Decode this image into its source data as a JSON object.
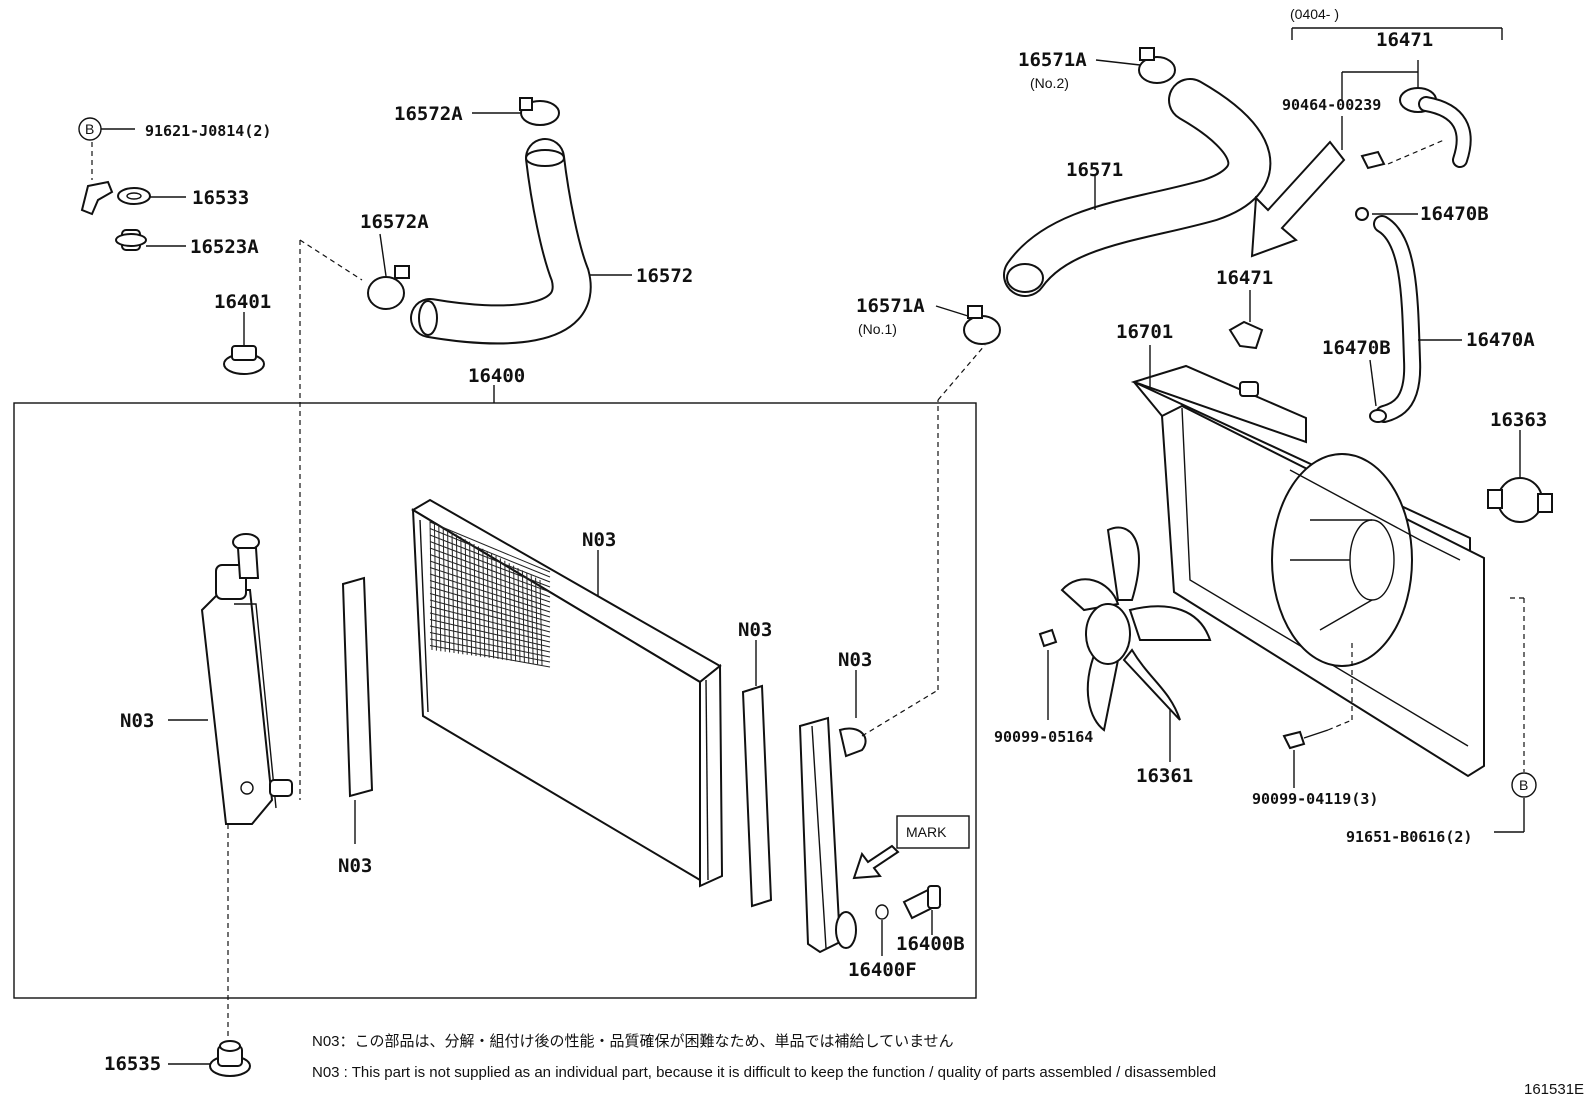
{
  "labels": {
    "p16572A_top": "16572A",
    "p16572A_mid": "16572A",
    "p16572": "16572",
    "p91621": "91621-J0814(2)",
    "bolt_b_left": "B",
    "p16533": "16533",
    "p16523A": "16523A",
    "p16401": "16401",
    "p16400": "16400",
    "p16571A_top": "16571A",
    "no2": "(No.2)",
    "p16571": "16571",
    "p16571A_bottom": "16571A",
    "no1": "(No.1)",
    "range": "(0404-    )",
    "p16471_top": "16471",
    "p90464": "90464-00239",
    "p16470B_top": "16470B",
    "p16471_mid": "16471",
    "p16701": "16701",
    "p16470B_mid": "16470B",
    "p16470A": "16470A",
    "p16363": "16363",
    "n03_tank_left": "N03",
    "n03_seal_left": "N03",
    "n03_core": "N03",
    "n03_seal_right": "N03",
    "n03_tank_right": "N03",
    "mark": "MARK",
    "p16400B": "16400B",
    "p16400F": "16400F",
    "p90099_05164": "90099-05164",
    "p16361": "16361",
    "p90099_04119": "90099-04119(3)",
    "bolt_b_right": "B",
    "p91651": "91651-B0616(2)",
    "p16535": "16535"
  },
  "notes": {
    "jp": "N03：この部品は、分解・組付け後の性能・品質確保が困難なため、単品では補給していません",
    "en": "N03 : This part is not supplied as an individual part, because it is difficult to keep the function / quality of parts assembled / disassembled"
  },
  "figure_id": "161531E"
}
